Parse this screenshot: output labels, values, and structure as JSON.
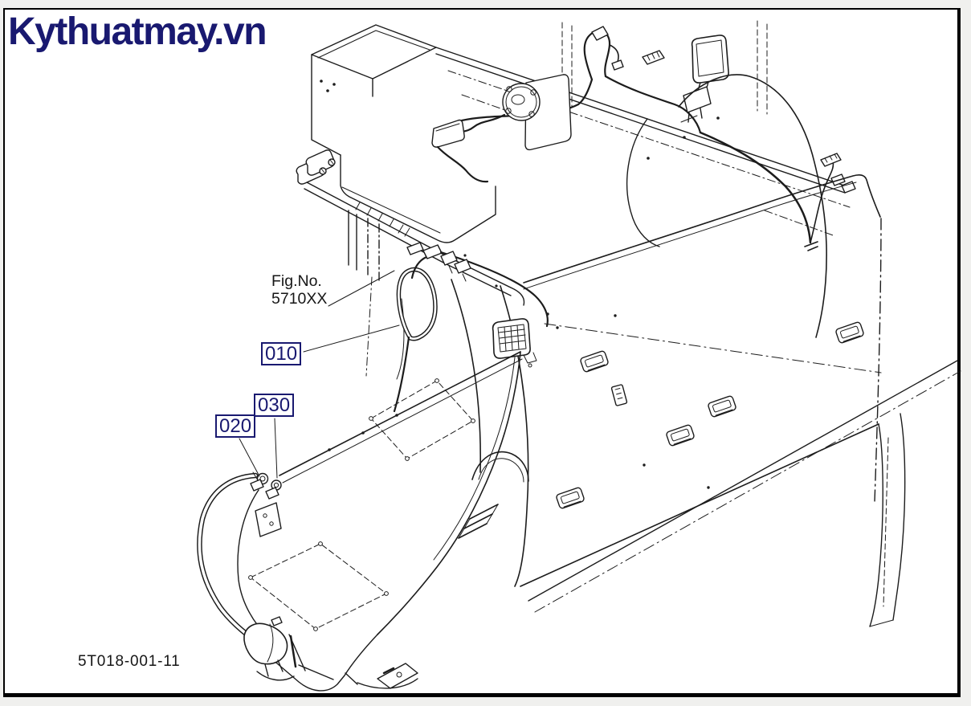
{
  "branding": {
    "logo_text": "Kythuatmay.vn",
    "logo_color": "#191970"
  },
  "figure": {
    "fig_no_label": "Fig.No.",
    "fig_no_value": "5710XX",
    "drawing_number": "5T018-001-11",
    "callout_color": "#191970",
    "line_color": "#1c1c1c",
    "callouts": [
      {
        "id": "010"
      },
      {
        "id": "020"
      },
      {
        "id": "030"
      }
    ]
  }
}
